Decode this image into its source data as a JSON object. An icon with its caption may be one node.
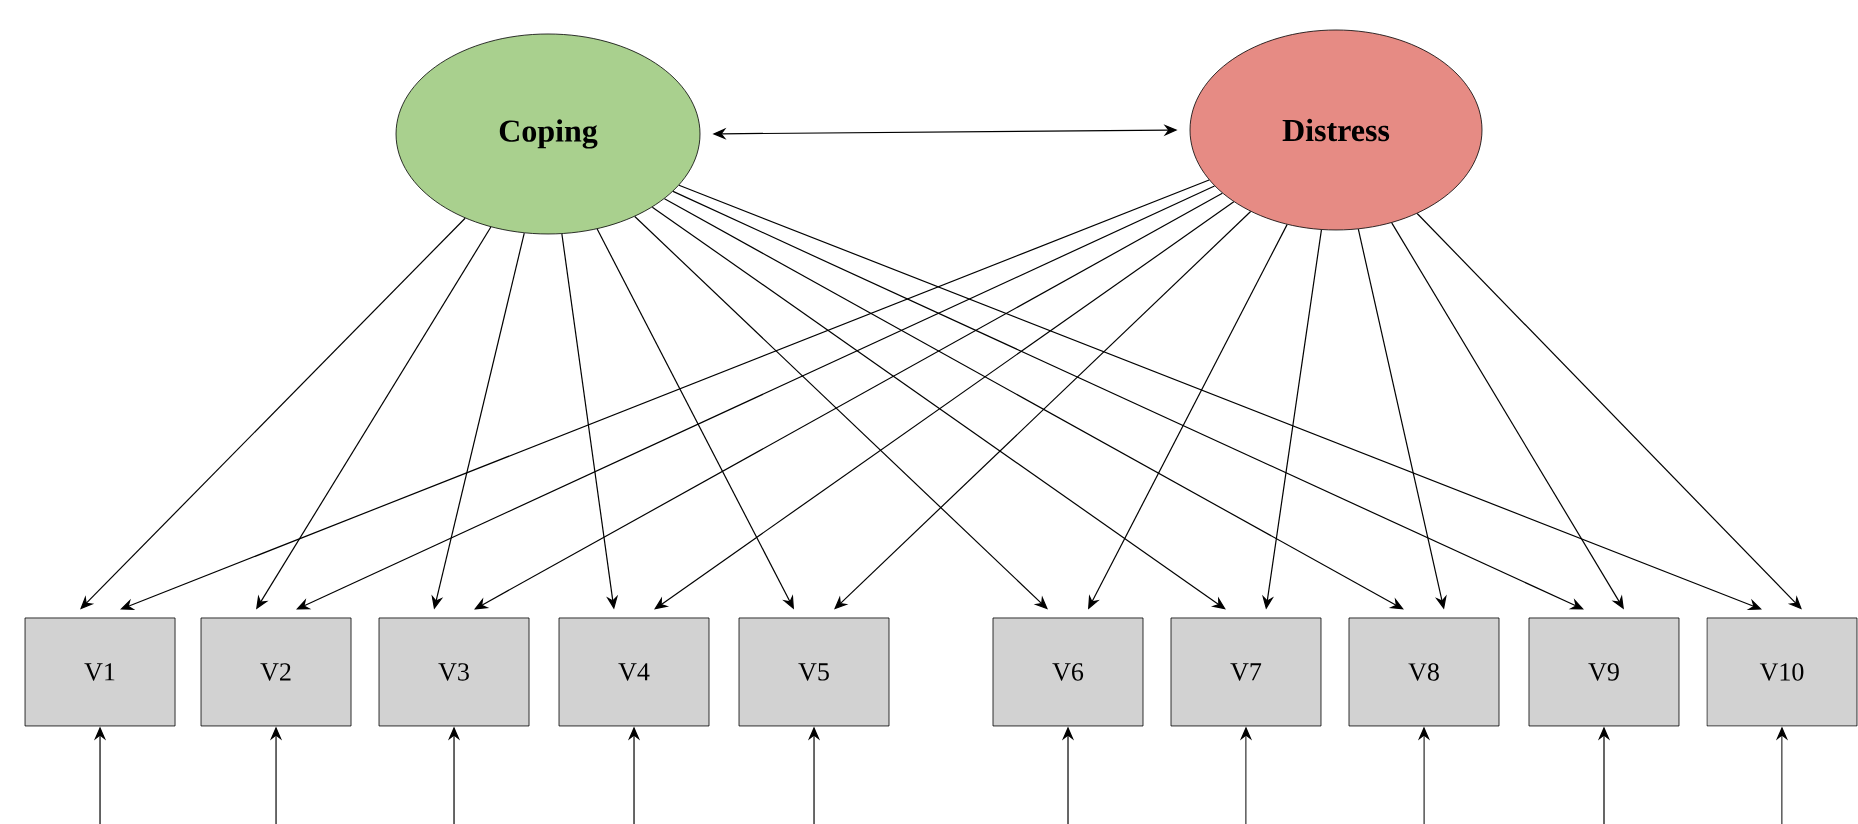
{
  "diagram": {
    "nodes": [
      {
        "text": [
          "Coping"
        ]
      },
      {
        "text": [
          "Distress"
        ]
      },
      {
        "text": [
          "V1"
        ]
      },
      {
        "text": [
          "V2"
        ]
      },
      {
        "text": [
          "V3"
        ]
      },
      {
        "text": [
          "V4"
        ]
      },
      {
        "text": [
          "V5"
        ]
      },
      {
        "text": [
          "V6"
        ]
      },
      {
        "text": [
          "V7"
        ]
      },
      {
        "text": [
          "V8"
        ]
      },
      {
        "text": [
          "V9"
        ]
      },
      {
        "text": [
          "V10"
        ]
      }
    ],
    "edges": [
      {
        "from": 0,
        "to": 1,
        "arrow": "both"
      },
      {
        "from": 0,
        "to": 2,
        "arrow": "to"
      },
      {
        "from": 0,
        "to": 3,
        "arrow": "to"
      },
      {
        "from": 0,
        "to": 4,
        "arrow": "to"
      },
      {
        "from": 0,
        "to": 5,
        "arrow": "to"
      },
      {
        "from": 0,
        "to": 6,
        "arrow": "to"
      },
      {
        "from": 0,
        "to": 7,
        "arrow": "to"
      },
      {
        "from": 0,
        "to": 8,
        "arrow": "to"
      },
      {
        "from": 0,
        "to": 9,
        "arrow": "to"
      },
      {
        "from": 0,
        "to": 10,
        "arrow": "to"
      },
      {
        "from": 0,
        "to": 11,
        "arrow": "to"
      },
      {
        "from": 1,
        "to": 2,
        "arrow": "to"
      },
      {
        "from": 1,
        "to": 3,
        "arrow": "to"
      },
      {
        "from": 1,
        "to": 4,
        "arrow": "to"
      },
      {
        "from": 1,
        "to": 5,
        "arrow": "to"
      },
      {
        "from": 1,
        "to": 6,
        "arrow": "to"
      },
      {
        "from": 1,
        "to": 7,
        "arrow": "to"
      },
      {
        "from": 1,
        "to": 8,
        "arrow": "to"
      },
      {
        "from": 1,
        "to": 9,
        "arrow": "to"
      },
      {
        "from": 1,
        "to": 10,
        "arrow": "to"
      },
      {
        "from": 1,
        "to": 11,
        "arrow": "to"
      },
      {
        "from": null,
        "to": 2,
        "arrow": "to"
      },
      {
        "from": null,
        "to": 3,
        "arrow": "to"
      },
      {
        "from": null,
        "to": 4,
        "arrow": "to"
      },
      {
        "from": null,
        "to": 5,
        "arrow": "to"
      },
      {
        "from": null,
        "to": 6,
        "arrow": "to"
      },
      {
        "from": null,
        "to": 7,
        "arrow": "to"
      },
      {
        "from": null,
        "to": 8,
        "arrow": "to"
      },
      {
        "from": null,
        "to": 9,
        "arrow": "to"
      },
      {
        "from": null,
        "to": 10,
        "arrow": "to"
      },
      {
        "from": null,
        "to": 11,
        "arrow": "to"
      }
    ]
  }
}
